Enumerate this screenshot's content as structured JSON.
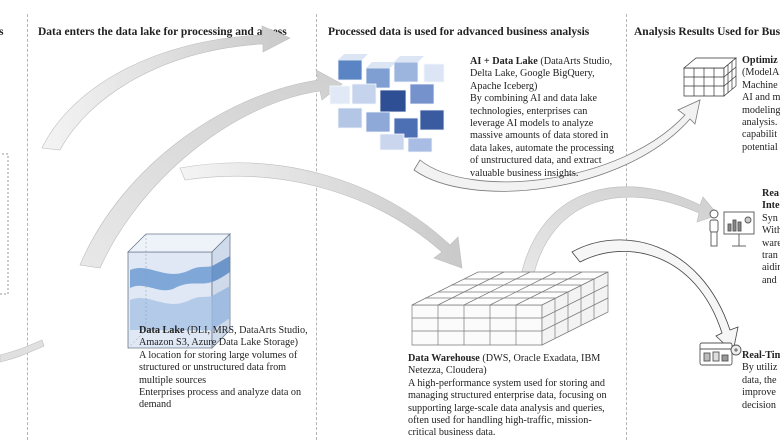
{
  "headers": {
    "col0_tail": "s",
    "col1": "Data enters the data lake for processing and access",
    "col2": "Processed data is used for advanced business analysis",
    "col3": "Analysis Results Used for Bus"
  },
  "data_lake": {
    "title": "Data Lake",
    "title_rest": " (DLI, MRS, DataArts Studio, Amazon S3, Azure Data Lake Storage)",
    "desc1": "A location for storing large volumes of structured or unstructured data from multiple sources",
    "desc2": "Enterprises process and analyze data on demand"
  },
  "ai_lake": {
    "title": "AI + Data Lake",
    "title_rest": " (DataArts Studio, Delta Lake, Google BigQuery, Apache Iceberg)",
    "desc": "By combining AI and data lake technologies, enterprises can leverage AI models to analyze massive amounts of data stored in data lakes, automate the processing of unstructured data, and extract valuable business insights."
  },
  "warehouse": {
    "title": "Data Warehouse",
    "title_rest": " (DWS, Oracle Exadata, IBM Netezza, Cloudera)",
    "desc": "A high-performance system used for storing and managing structured enterprise data, focusing on supporting large-scale data analysis and queries, often used for handling high-traffic, mission-critical business data."
  },
  "optimize": {
    "lines": [
      "Optimiz",
      "(ModelA",
      "Machine",
      "AI and m",
      "modeling",
      "analysis.",
      "capabilit",
      "potential"
    ]
  },
  "realtime_int": {
    "lines": [
      "Rea",
      "Inte",
      "Syn",
      "With",
      "ware",
      "tran",
      "aidin",
      "and"
    ]
  },
  "realtime": {
    "lines": [
      "Real-Tim",
      "By utiliz",
      "data, the",
      "improve",
      "decision"
    ]
  }
}
